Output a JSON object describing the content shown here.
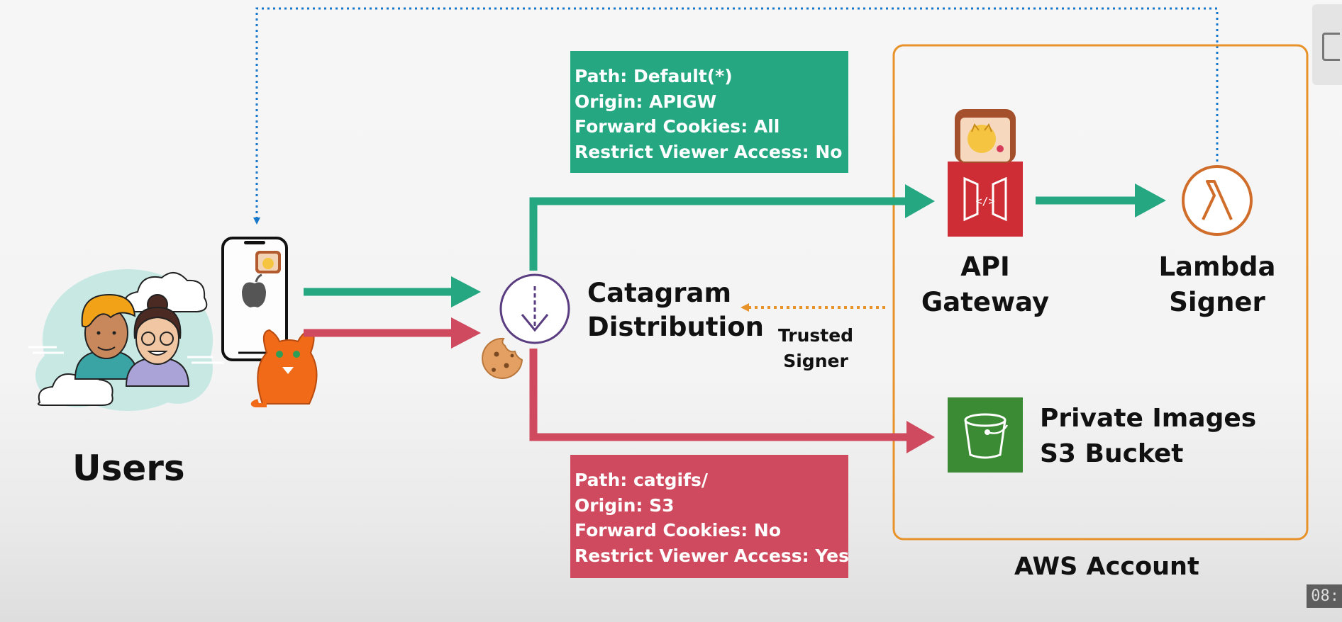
{
  "users_label": "Users",
  "distribution_label_line1": "Catagram",
  "distribution_label_line2": "Distribution",
  "trusted_signer_line1": "Trusted",
  "trusted_signer_line2": "Signer",
  "api_gateway_line1": "API",
  "api_gateway_line2": "Gateway",
  "lambda_line1": "Lambda",
  "lambda_line2": "Signer",
  "s3_line1": "Private Images",
  "s3_line2": "S3 Bucket",
  "aws_account_label": "AWS Account",
  "default_behavior": {
    "path": "Path: Default(*)",
    "origin": "Origin: APIGW",
    "forward_cookies": "Forward Cookies: All",
    "restrict": "Restrict Viewer Access: No"
  },
  "catgifs_behavior": {
    "path": "Path: catgifs/",
    "origin": "Origin: S3",
    "forward_cookies": "Forward Cookies: No",
    "restrict": "Restrict Viewer Access: Yes"
  },
  "timestamp": "08:",
  "colors": {
    "green": "#25a882",
    "red": "#cf4a5e",
    "orange": "#e8922a",
    "blue": "#1877c9",
    "purple": "#5a3d80",
    "api_red": "#cf2d36",
    "lambda_orange": "#d06d2b",
    "s3_green": "#3b8a34"
  }
}
